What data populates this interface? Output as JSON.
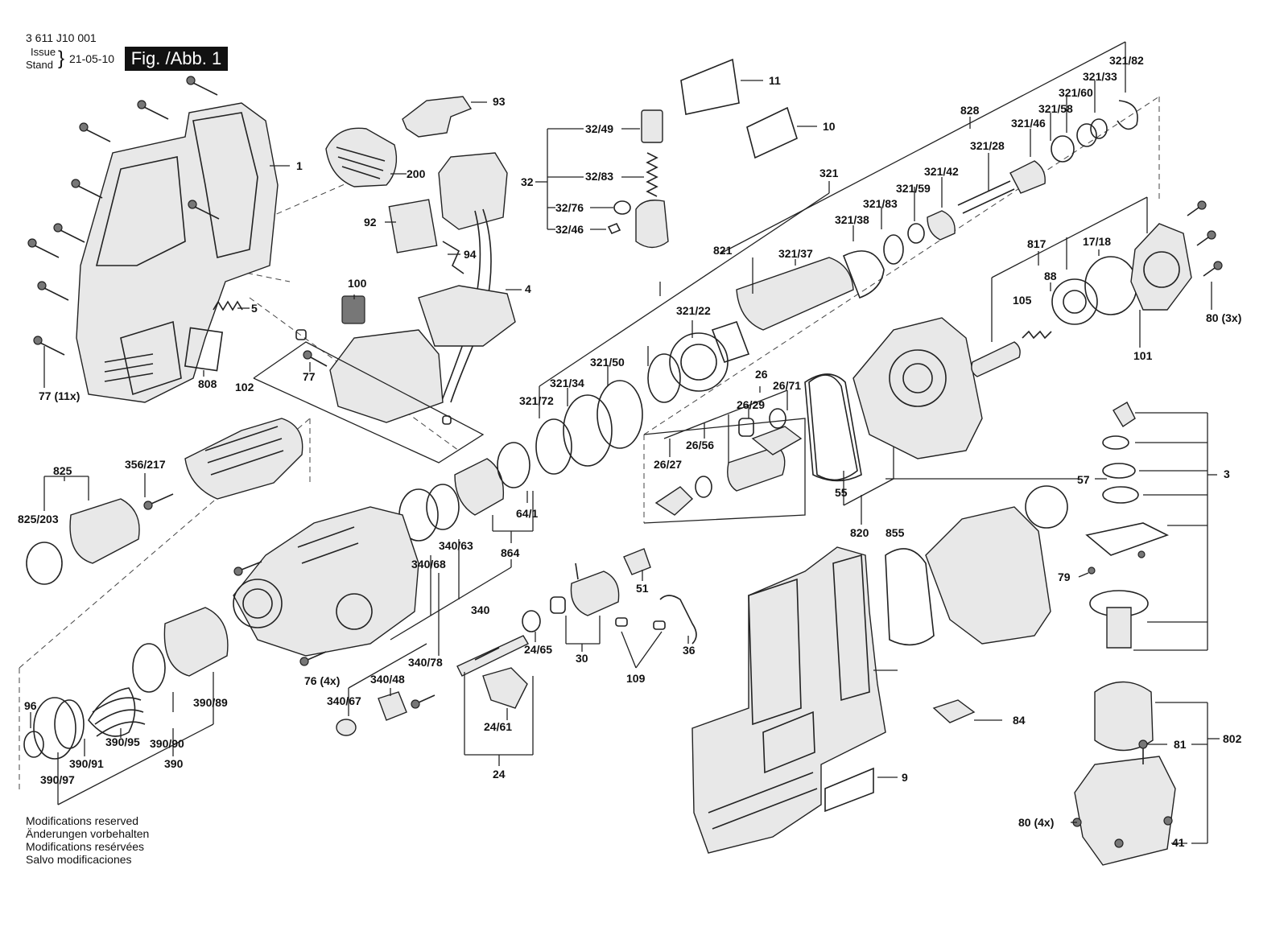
{
  "header": {
    "doc_number": "3 611 J10 001",
    "issue_label": "Issue",
    "stand_label": "Stand",
    "date": "21-05-10",
    "figure_label": "Fig. /Abb. 1"
  },
  "notes": [
    "Modifications reserved",
    "Änderungen vorbehalten",
    "Modifications resérvées",
    "Salvo modificaciones"
  ],
  "part_numbers": [
    "1",
    "93",
    "200",
    "92",
    "94",
    "4",
    "100",
    "5",
    "77",
    "102",
    "808",
    "77 (11x)",
    "32/49",
    "32/83",
    "32",
    "32/76",
    "32/46",
    "11",
    "10",
    "828",
    "321/82",
    "321/33",
    "321/60",
    "321/58",
    "321/46",
    "321/28",
    "321/42",
    "321/59",
    "321",
    "321/83",
    "321/38",
    "821",
    "321/37",
    "321/22",
    "817",
    "17/18",
    "80 (3x)",
    "105",
    "88",
    "101",
    "321/72",
    "321/34",
    "321/50",
    "26",
    "26/71",
    "26/29",
    "26/56",
    "26/27",
    "64/1",
    "864",
    "55",
    "820",
    "855",
    "57",
    "3",
    "825",
    "356/217",
    "825/203",
    "340/63",
    "340/68",
    "340",
    "340/78",
    "24/65",
    "30",
    "51",
    "36",
    "109",
    "76 (4x)",
    "340/48",
    "340/67",
    "24/61",
    "24",
    "96",
    "390/97",
    "390/91",
    "390/95",
    "390/90",
    "390",
    "390/89",
    "79",
    "84",
    "81",
    "802",
    "9",
    "80 (4x)",
    "41"
  ]
}
